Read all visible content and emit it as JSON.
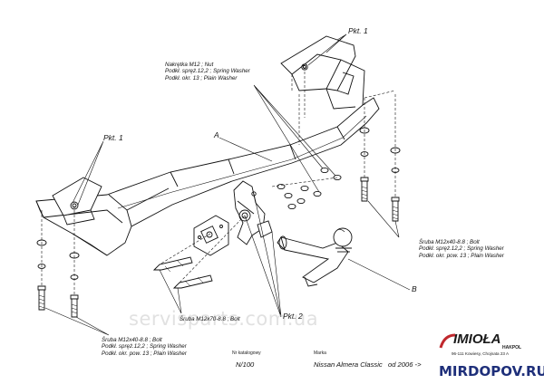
{
  "labels": {
    "pkt1_top": "Pkt. 1",
    "pkt1_left": "Pkt. 1",
    "pkt2": "Pkt. 2",
    "part_a": "A",
    "part_b": "B",
    "nut_block": [
      "Nakrętka M12 ; Nut",
      "Podkł. spręż.12,2 ; Spring Washer",
      "Podkł. okr. 13 ; Plain Washer"
    ],
    "bolt_right_block": [
      "Śruba M12x40-8.8 ; Bolt",
      "Podkł. spręż.12,2 ; Spring Washer",
      "Podkł. okr. pow. 13 ; Plain Washer"
    ],
    "bolt_left_block": [
      "Śruba M12x40-8.8 ; Bolt",
      "Podkł. spręż.12,2 ; Spring Washer",
      "Podkł. okr. pow. 13 ; Plain Washer"
    ],
    "bolt_mid": "Śruba M12x70-8.8 ; Bolt"
  },
  "footer": {
    "catalog_label": "Nr katalogowy",
    "catalog_value": "N/100",
    "brand_label": "Marka",
    "brand_value": "Nissan Almera Classic",
    "date_value": "od 2006 ->",
    "logo": "IMIOŁA",
    "logo_sub": "HAKPOL",
    "logo_small": "96-111 Kowiesy, Chojnata 23 A"
  },
  "watermark": "servisparts.com.ua",
  "site": "MIRDOPOV.RU"
}
